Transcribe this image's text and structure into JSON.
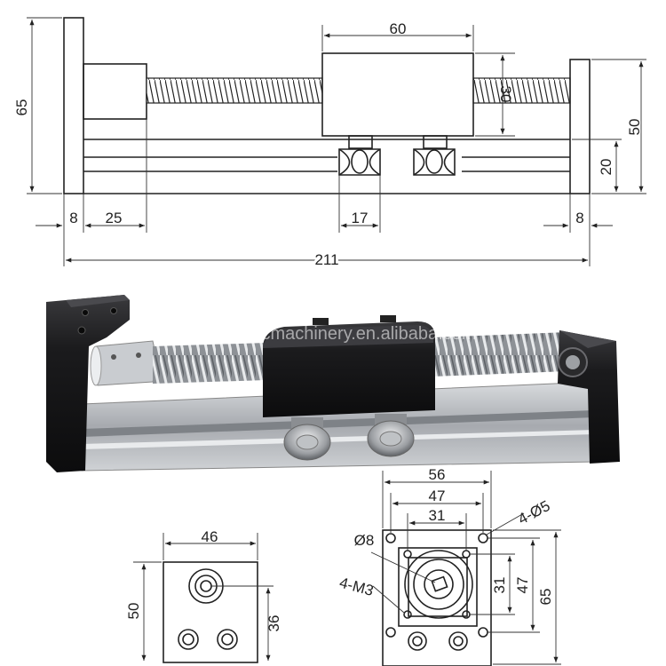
{
  "top_view": {
    "dims": {
      "width_carriage": "60",
      "height_total": "65",
      "carriage_height": "30",
      "end_height": "50",
      "rail_height": "20",
      "left_end": "8",
      "motor_mount": "25",
      "wheel_spacing": "17",
      "right_end": "8",
      "total_length": "211"
    }
  },
  "photo": {
    "watermark": "victorycncmachinery.en.alibaba.com"
  },
  "end_view_left": {
    "dims": {
      "width": "46",
      "height": "50",
      "center_height": "36"
    }
  },
  "end_view_right": {
    "dims": {
      "outer_width": "56",
      "mid_width": "47",
      "inner_width": "31",
      "holes": "4-Ø5",
      "bore": "Ø8",
      "thread": "4-M3",
      "v31": "31",
      "v47": "47",
      "v65": "65"
    }
  },
  "colors": {
    "line": "#222222",
    "profile": "#b9bcc0",
    "anodized": "#1d1d1f"
  }
}
